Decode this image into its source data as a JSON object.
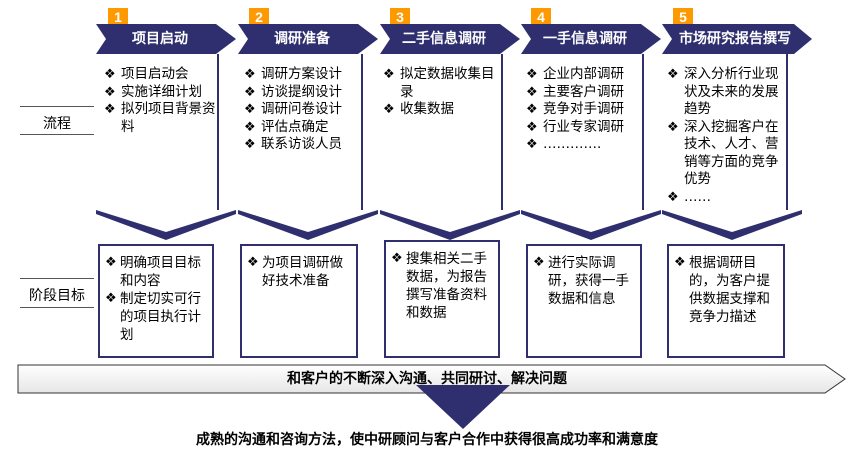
{
  "side": {
    "process_label": "流程",
    "goal_label": "阶段目标"
  },
  "stages": [
    {
      "num": "1",
      "title": "项目启动",
      "process": [
        "项目启动会",
        "实施详细计划",
        "拟列项目背景资料"
      ],
      "goals": [
        "明确项目目标和内容",
        "制定切实可行的项目执行计划"
      ]
    },
    {
      "num": "2",
      "title": "调研准备",
      "process": [
        "调研方案设计",
        "访谈提纲设计",
        "调研问卷设计",
        "评估点确定",
        "联系访谈人员"
      ],
      "goals": [
        "为项目调研做好技术准备"
      ]
    },
    {
      "num": "3",
      "title": "二手信息调研",
      "process": [
        "拟定数据收集目录",
        "收集数据"
      ],
      "goals": [
        "搜集相关二手数据，为报告撰写准备资料和数据"
      ]
    },
    {
      "num": "4",
      "title": "一手信息调研",
      "process": [
        "企业内部调研",
        "主要客户调研",
        "竞争对手调研",
        "行业专家调研",
        "…………."
      ],
      "goals": [
        "进行实际调研，获得一手数据和信息"
      ]
    },
    {
      "num": "5",
      "title": "市场研究报告撰写",
      "process": [
        "深入分析行业现状及未来的发展趋势",
        "深入挖掘客户在技术、人才、营销等方面的竞争优势",
        "……"
      ],
      "goals": [
        "根据调研目的，为客户提供数据支撑和竞争力描述"
      ]
    }
  ],
  "bullet_symbol": "❖",
  "banner_text": "和客户的不断深入沟通、共同研讨、解决问题",
  "footer_text": "成熟的沟通和咨询方法，使中研顾问与客户合作中获得很高成功率和满意度",
  "colors": {
    "navy": "#2f2f6f",
    "badge": "#ff9900",
    "banner_fill": "#f2f2f2"
  }
}
